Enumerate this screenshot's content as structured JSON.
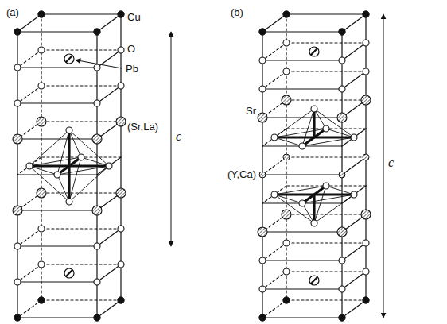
{
  "diagram": {
    "labels": [
      "(a)",
      "(b)",
      "Cu",
      "O",
      "Pb",
      "(Sr,La)",
      "c",
      "Sr",
      "(Y,Ca)",
      "c"
    ]
  }
}
